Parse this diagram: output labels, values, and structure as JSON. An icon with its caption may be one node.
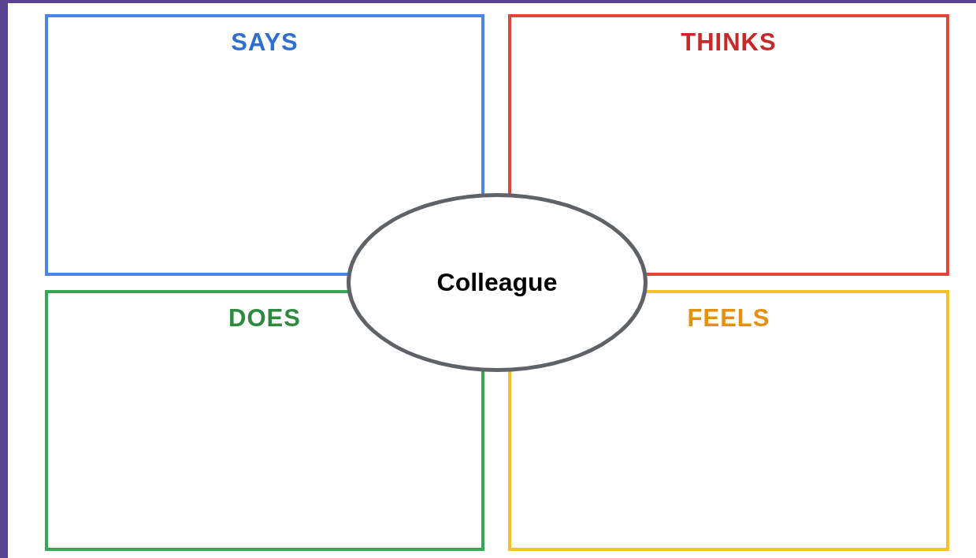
{
  "diagram": {
    "nodes": [
      {
        "text": [
          "SAYS"
        ]
      },
      {
        "text": [
          "THINKS"
        ]
      },
      {
        "text": [
          "DOES"
        ]
      },
      {
        "text": [
          "FEELS"
        ]
      },
      {
        "text": [
          "Colleague"
        ]
      }
    ]
  }
}
